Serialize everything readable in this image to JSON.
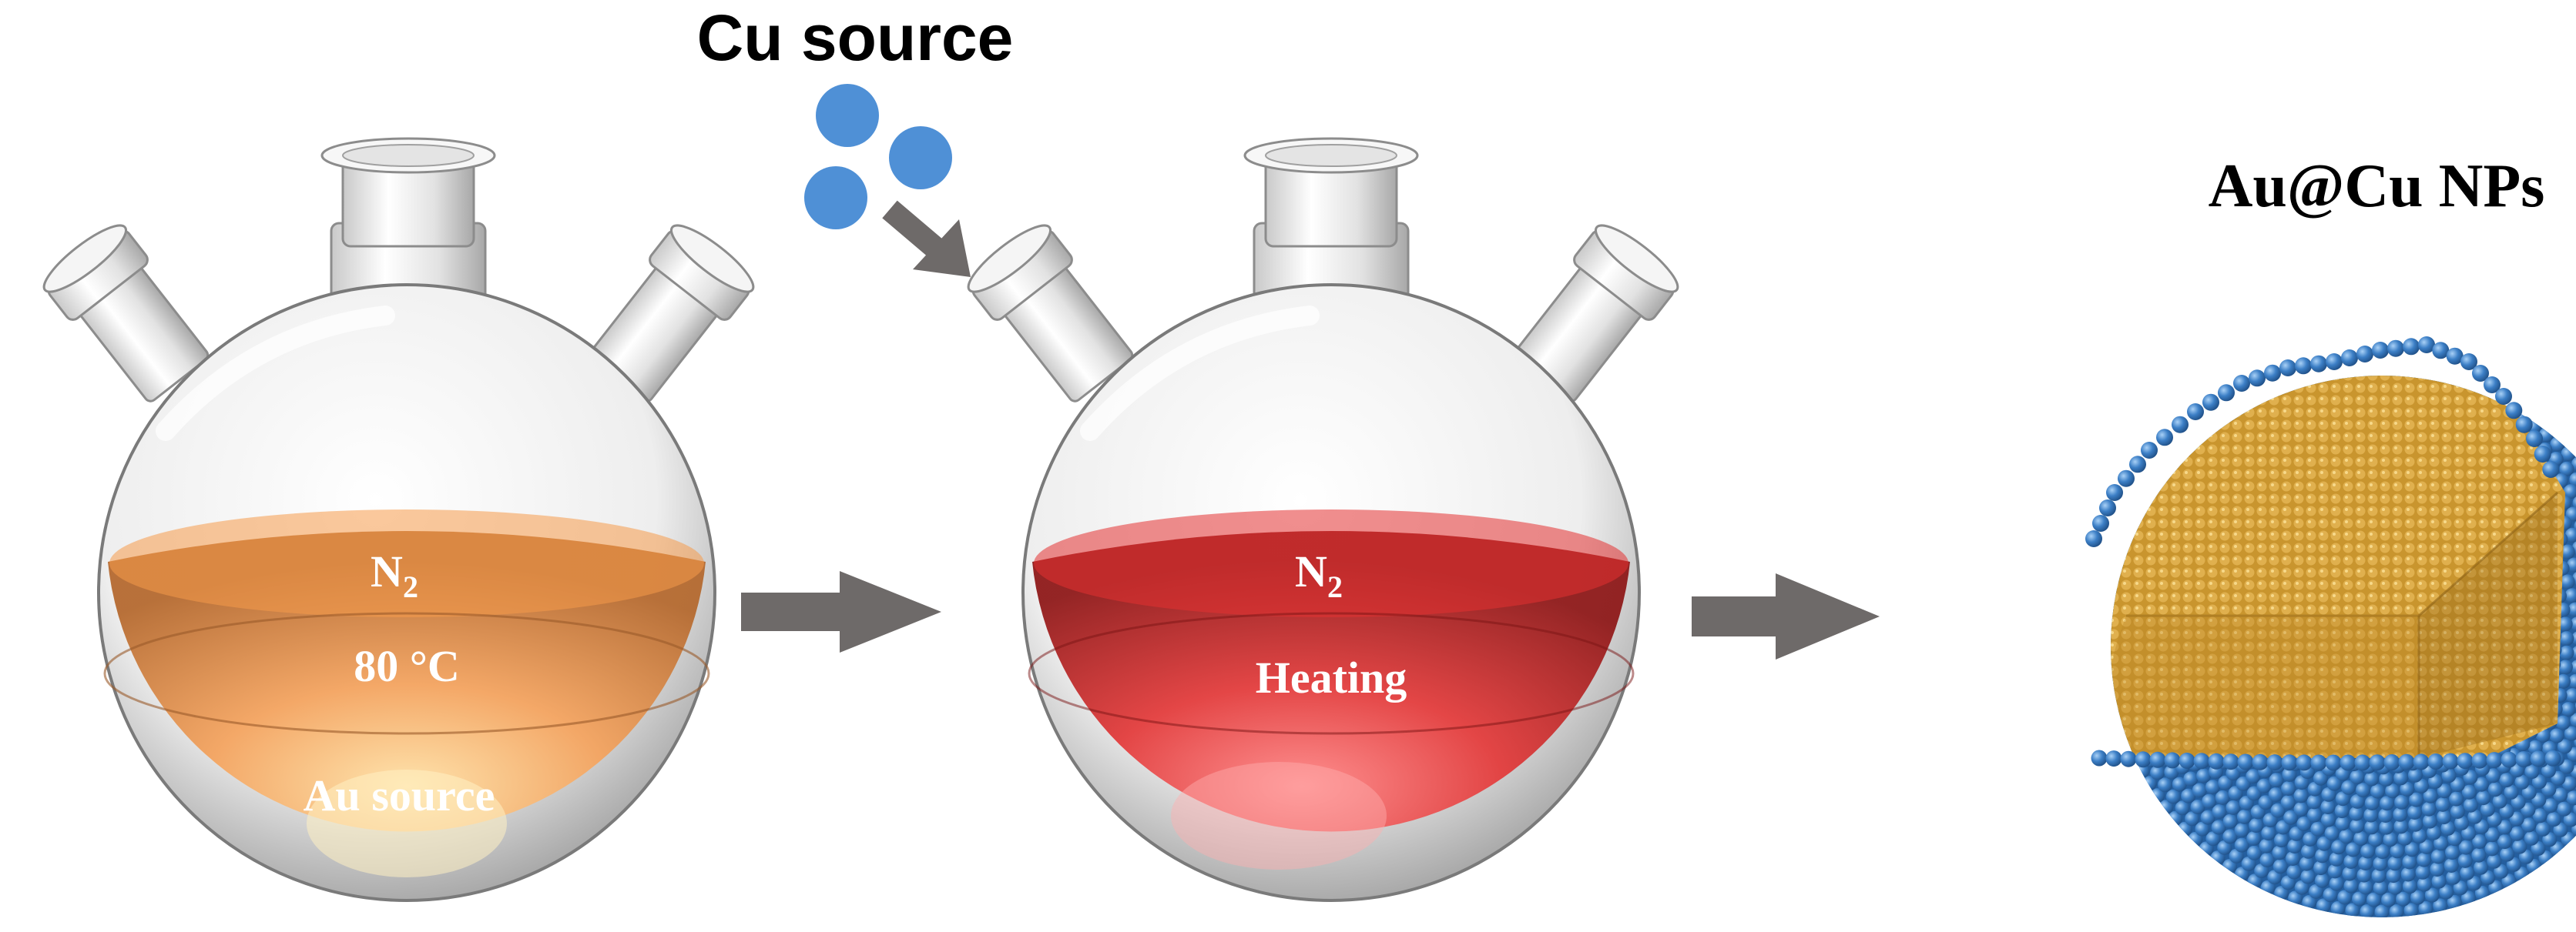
{
  "labels": {
    "cu_source": "Cu source",
    "product": "Au@Cu NPs"
  },
  "flask1": {
    "gas": "N",
    "gas_subscript": "2",
    "temperature": "80 °C",
    "precursor": "Au source",
    "liquid_color": "#f08a3a"
  },
  "flask2": {
    "gas": "N",
    "gas_subscript": "2",
    "condition": "Heating",
    "liquid_color": "#d92a2a"
  },
  "colors": {
    "cu_atom": "#3c7fc6",
    "au_core": "#d6a23a",
    "arrow": "#6e6a69",
    "glass_edge": "#8c8c8c"
  },
  "icons": [
    "three-neck-flask-icon",
    "cu-particle-icon",
    "process-arrow-icon",
    "core-shell-nanoparticle-icon"
  ]
}
